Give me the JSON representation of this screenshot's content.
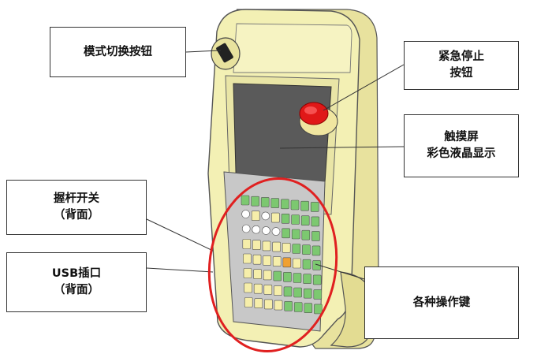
{
  "callouts": {
    "mode_switch": {
      "line1": "模式切换按钮"
    },
    "estop": {
      "line1": "紧急停止",
      "line2": "按钮"
    },
    "touchscreen": {
      "line1": "触摸屏",
      "line2": "彩色液晶显示"
    },
    "grip_switch": {
      "line1": "握杆开关",
      "line2": "（背面）"
    },
    "usb": {
      "line1": "USB插口",
      "line2": "（背面）"
    },
    "keys": {
      "line1": "各种操作键"
    }
  },
  "colors": {
    "body": "#f3f0b4",
    "body_shade": "#e3dc92",
    "screen": "#5a5a5a",
    "keypad": "#c8c8c8",
    "key_green": "#7cc870",
    "key_cream": "#f6eeaa",
    "key_white": "#ffffff",
    "key_orange": "#f0a030",
    "estop_red": "#e01818",
    "highlight_circle": "#e02020",
    "leader": "#333333"
  }
}
